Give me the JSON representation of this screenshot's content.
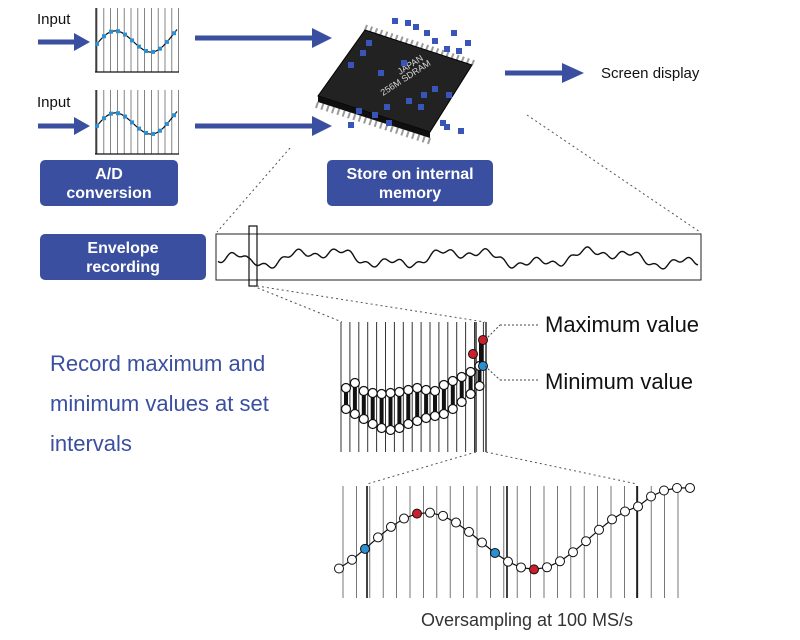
{
  "labels": {
    "input_1": "Input",
    "input_2": "Input",
    "screen_display": "Screen display",
    "ad_conversion": [
      "A/D",
      "conversion"
    ],
    "store_memory": [
      "Store on internal",
      "memory"
    ],
    "envelope_recording": [
      "Envelope",
      "recording"
    ],
    "chip_text": [
      "JAPAN",
      "256M SDRAM"
    ],
    "maximum_value": "Maximum value",
    "minimum_value": "Minimum value",
    "record_text": [
      "Record maximum and",
      "minimum values at set",
      "intervals"
    ],
    "oversampling": "Oversampling at 100 MS/s"
  },
  "colors": {
    "accent_blue": "#3a4fa0",
    "box_fill": "#3a4fa0",
    "sample_blue": "#2b8fd4",
    "marker_red": "#cc1f2c",
    "memory_square": "#3a55b8"
  },
  "icons": {
    "chip": "sdram-chip-icon",
    "arrow": "right-arrow-icon"
  }
}
